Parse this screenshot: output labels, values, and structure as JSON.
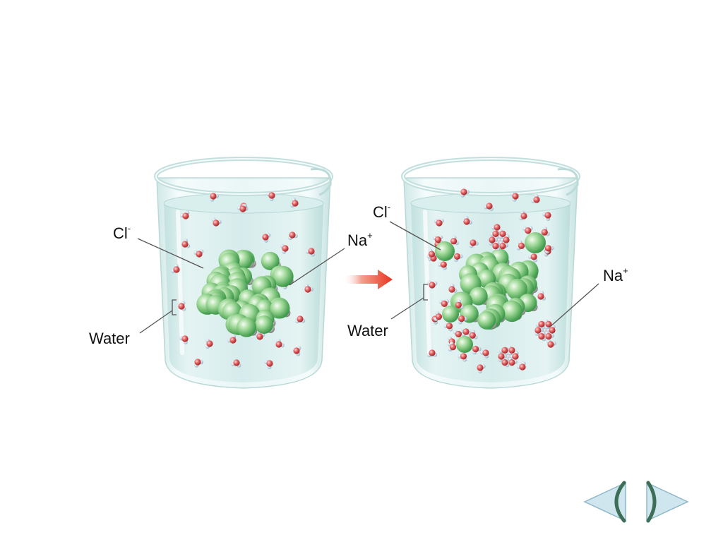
{
  "colors": {
    "background": "#ffffff",
    "beaker_glass": "#e6f4f4",
    "beaker_water": "#cde9e8",
    "chloride_ion": "#8cd08a",
    "sodium_ion": "#b9b9b9",
    "water_oxygen": "#e05a5a",
    "water_hydrogen": "#d7e6f0",
    "arrow": "#e8321e",
    "nav_button": "#cfe6ef",
    "nav_outline": "#3d6e57"
  },
  "left_beaker": {
    "cl_label": {
      "symbol": "Cl",
      "charge": "-"
    },
    "na_label": {
      "symbol": "Na",
      "charge": "+"
    },
    "water_label": "Water"
  },
  "right_beaker": {
    "cl_label": {
      "symbol": "Cl",
      "charge": "-"
    },
    "na_label": {
      "symbol": "Na",
      "charge": "+"
    },
    "water_label": "Water"
  },
  "icons": {
    "process_arrow": "right-arrow-icon",
    "previous": "previous-arrow-icon",
    "next": "next-arrow-icon"
  }
}
